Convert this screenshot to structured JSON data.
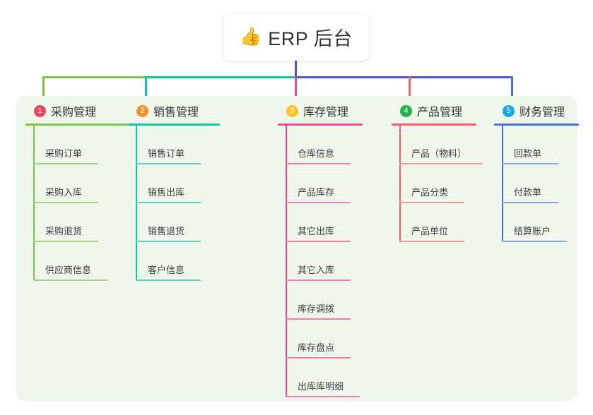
{
  "diagram": {
    "title": "ERP 后台 mindmap",
    "root": {
      "emoji": "👍",
      "emoji_name": "thumbs-up-emoji",
      "label": "ERP 后台"
    },
    "panel_color": "#eef7e9",
    "connector": {
      "root_drop_color": "#4b57c4",
      "segments": [
        {
          "name": "bus-green",
          "color": "#7fc24a"
        },
        {
          "name": "bus-teal",
          "color": "#14c2a3"
        },
        {
          "name": "bus-indigo",
          "color": "#4b57c4"
        }
      ]
    },
    "columns": [
      {
        "index": "1",
        "title": "采购管理",
        "badge_color": "#ec4262",
        "line_color": "#7fc24a",
        "leaf_rule_color": "#a9d38a",
        "items": [
          {
            "label": "采购订单",
            "width": 92
          },
          {
            "label": "采购入库",
            "width": 92
          },
          {
            "label": "采购退货",
            "width": 92
          },
          {
            "label": "供应商信息",
            "width": 105
          }
        ]
      },
      {
        "index": "2",
        "title": "销售管理",
        "badge_color": "#f5922f",
        "line_color": "#14c2a3",
        "leaf_rule_color": "#63cfc0",
        "items": [
          {
            "label": "销售订单",
            "width": 92
          },
          {
            "label": "销售出库",
            "width": 92
          },
          {
            "label": "销售退货",
            "width": 92
          },
          {
            "label": "客户信息",
            "width": 92
          }
        ]
      },
      {
        "index": "3",
        "title": "库存管理",
        "badge_color": "#fcc32c",
        "line_color": "#ec4899",
        "leaf_rule_color": "#ef7fb5",
        "items": [
          {
            "label": "仓库信息",
            "width": 92
          },
          {
            "label": "产品库存",
            "width": 92
          },
          {
            "label": "其它出库",
            "width": 92
          },
          {
            "label": "其它入库",
            "width": 92
          },
          {
            "label": "库存调拨",
            "width": 92
          },
          {
            "label": "库存盘点",
            "width": 92
          },
          {
            "label": "出库库明细",
            "width": 105
          }
        ]
      },
      {
        "index": "4",
        "title": "产品管理",
        "badge_color": "#22b14c",
        "line_color": "#f4616b",
        "leaf_rule_color": "#f59ba0",
        "items": [
          {
            "label": "产品（物料）",
            "width": 118
          },
          {
            "label": "产品分类",
            "width": 92
          },
          {
            "label": "产品单位",
            "width": 92
          }
        ]
      },
      {
        "index": "5",
        "title": "财务管理",
        "badge_color": "#16a7e8",
        "line_color": "#4b6fd6",
        "leaf_rule_color": "#8ba5e0",
        "items": [
          {
            "label": "回款单",
            "width": 80
          },
          {
            "label": "付款单",
            "width": 80
          },
          {
            "label": "结算账户",
            "width": 92
          }
        ]
      }
    ]
  }
}
